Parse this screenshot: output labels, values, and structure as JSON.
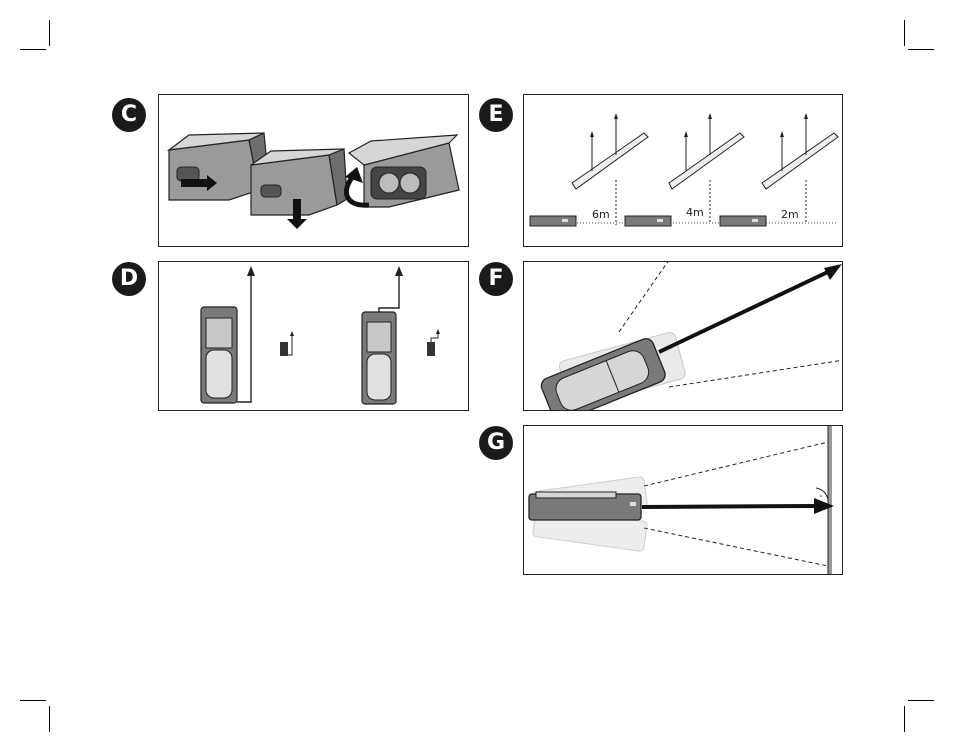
{
  "figures": [
    {
      "id": "C",
      "label": "C",
      "description_icon": "battery-compartment-open-sequence"
    },
    {
      "id": "D",
      "label": "D",
      "description_icon": "reference-edge-selection"
    },
    {
      "id": "E",
      "label": "E",
      "description_icon": "continuous-measurement"
    },
    {
      "id": "F",
      "label": "F",
      "description_icon": "angled-measurement"
    },
    {
      "id": "G",
      "label": "G",
      "description_icon": "horizontal-measurement"
    }
  ],
  "figure_e": {
    "distances": [
      "6m",
      "4m",
      "2m"
    ]
  },
  "colors": {
    "badge": "#1a1a1a",
    "device_body": "#7a7a7a",
    "device_light": "#d6d6d6",
    "line": "#222222"
  }
}
